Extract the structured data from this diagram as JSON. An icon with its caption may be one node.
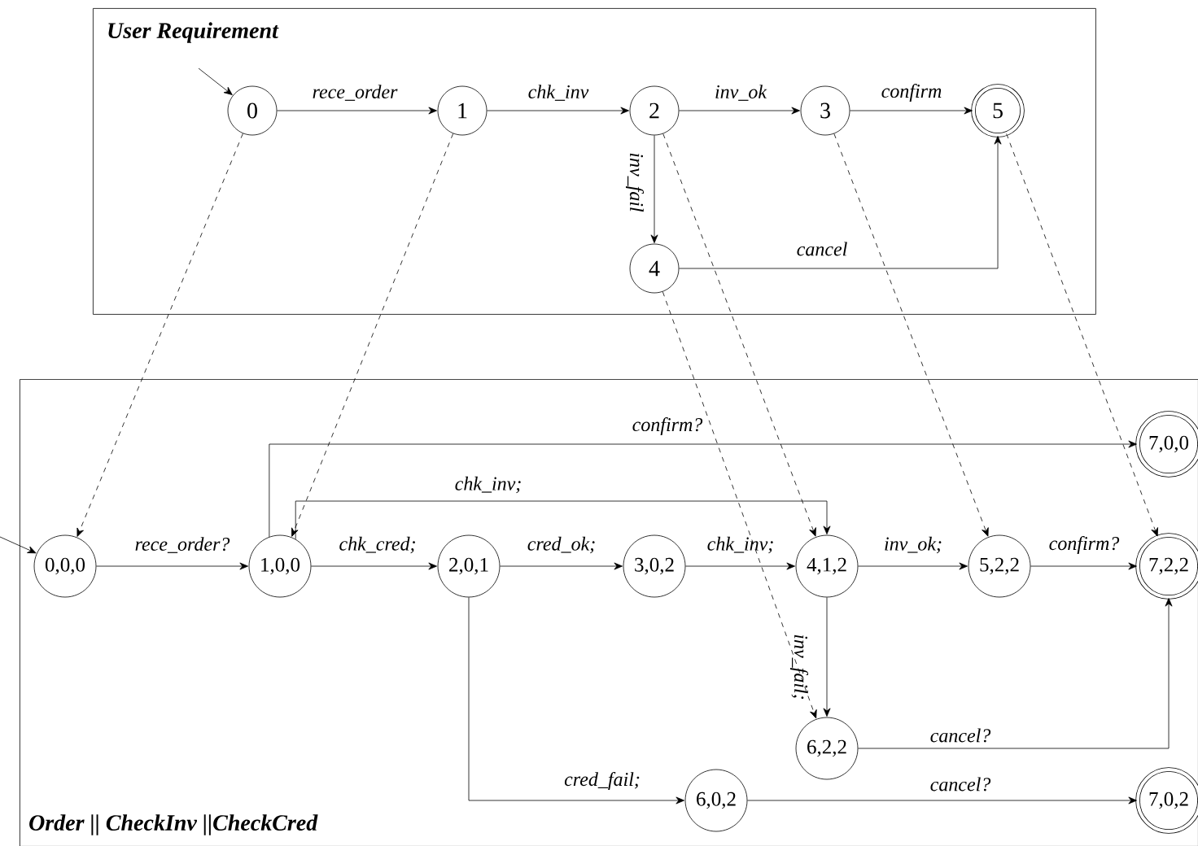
{
  "diagram": {
    "nodes": [
      {
        "text": [
          "User Requirement"
        ]
      },
      {
        "text": [
          "0"
        ],
        "in": 0
      },
      {
        "text": [
          "1"
        ],
        "in": 0
      },
      {
        "text": [
          "2"
        ],
        "in": 0
      },
      {
        "text": [
          "3"
        ],
        "in": 0
      },
      {
        "text": [
          "4"
        ],
        "in": 0
      },
      {
        "text": [
          "5"
        ],
        "in": 0
      },
      {
        "text": [
          "Order || CheckInv ||CheckCred"
        ]
      },
      {
        "text": [
          "0,0,0"
        ],
        "in": 7
      },
      {
        "text": [
          "1,0,0"
        ],
        "in": 7
      },
      {
        "text": [
          "2,0,1"
        ],
        "in": 7
      },
      {
        "text": [
          "3,0,2"
        ],
        "in": 7
      },
      {
        "text": [
          "4,1,2"
        ],
        "in": 7
      },
      {
        "text": [
          "5,2,2"
        ],
        "in": 7
      },
      {
        "text": [
          "7,2,2"
        ],
        "in": 7
      },
      {
        "text": [
          "7,0,0"
        ],
        "in": 7
      },
      {
        "text": [
          "6,2,2"
        ],
        "in": 7
      },
      {
        "text": [
          "6,0,2"
        ],
        "in": 7
      },
      {
        "text": [
          "7,0,2"
        ],
        "in": 7
      }
    ],
    "edges": [
      {
        "from": null,
        "to": 1,
        "arrow": "to"
      },
      {
        "from": 1,
        "to": 2,
        "arrow": "to",
        "label": "rece_order"
      },
      {
        "from": 2,
        "to": 3,
        "arrow": "to",
        "label": "chk_inv"
      },
      {
        "from": 3,
        "to": 4,
        "arrow": "to",
        "label": "inv_ok"
      },
      {
        "from": 4,
        "to": 6,
        "arrow": "to",
        "label": "confirm"
      },
      {
        "from": 3,
        "to": 5,
        "arrow": "to",
        "label": "inv_fail"
      },
      {
        "from": 5,
        "to": 6,
        "arrow": "to",
        "label": "cancel"
      },
      {
        "from": null,
        "to": 8,
        "arrow": "to"
      },
      {
        "from": 8,
        "to": 9,
        "arrow": "to",
        "label": "rece_order?"
      },
      {
        "from": 9,
        "to": 10,
        "arrow": "to",
        "label": "chk_cred;"
      },
      {
        "from": 10,
        "to": 11,
        "arrow": "to",
        "label": "cred_ok;"
      },
      {
        "from": 11,
        "to": 12,
        "arrow": "to",
        "label": "chk_inv;"
      },
      {
        "from": 12,
        "to": 13,
        "arrow": "to",
        "label": "inv_ok;"
      },
      {
        "from": 13,
        "to": 14,
        "arrow": "to",
        "label": "confirm?"
      },
      {
        "from": 9,
        "to": 15,
        "arrow": "to",
        "label": "confirm?"
      },
      {
        "from": 9,
        "to": 12,
        "arrow": "to",
        "label": "chk_inv;"
      },
      {
        "from": 12,
        "to": 16,
        "arrow": "to",
        "label": "inv_fail;"
      },
      {
        "from": 16,
        "to": 14,
        "arrow": "to",
        "label": "cancel?"
      },
      {
        "from": 10,
        "to": 17,
        "arrow": "to",
        "label": "cred_fail;"
      },
      {
        "from": 17,
        "to": 18,
        "arrow": "to",
        "label": "cancel?"
      },
      {
        "from": 1,
        "to": 8,
        "arrow": "to",
        "style": "dashed"
      },
      {
        "from": 2,
        "to": 9,
        "arrow": "to",
        "style": "dashed"
      },
      {
        "from": 3,
        "to": 12,
        "arrow": "to",
        "style": "dashed"
      },
      {
        "from": 4,
        "to": 13,
        "arrow": "to",
        "style": "dashed"
      },
      {
        "from": 5,
        "to": 16,
        "arrow": "to",
        "style": "dashed"
      },
      {
        "from": 6,
        "to": 14,
        "arrow": "to",
        "style": "dashed"
      }
    ]
  }
}
